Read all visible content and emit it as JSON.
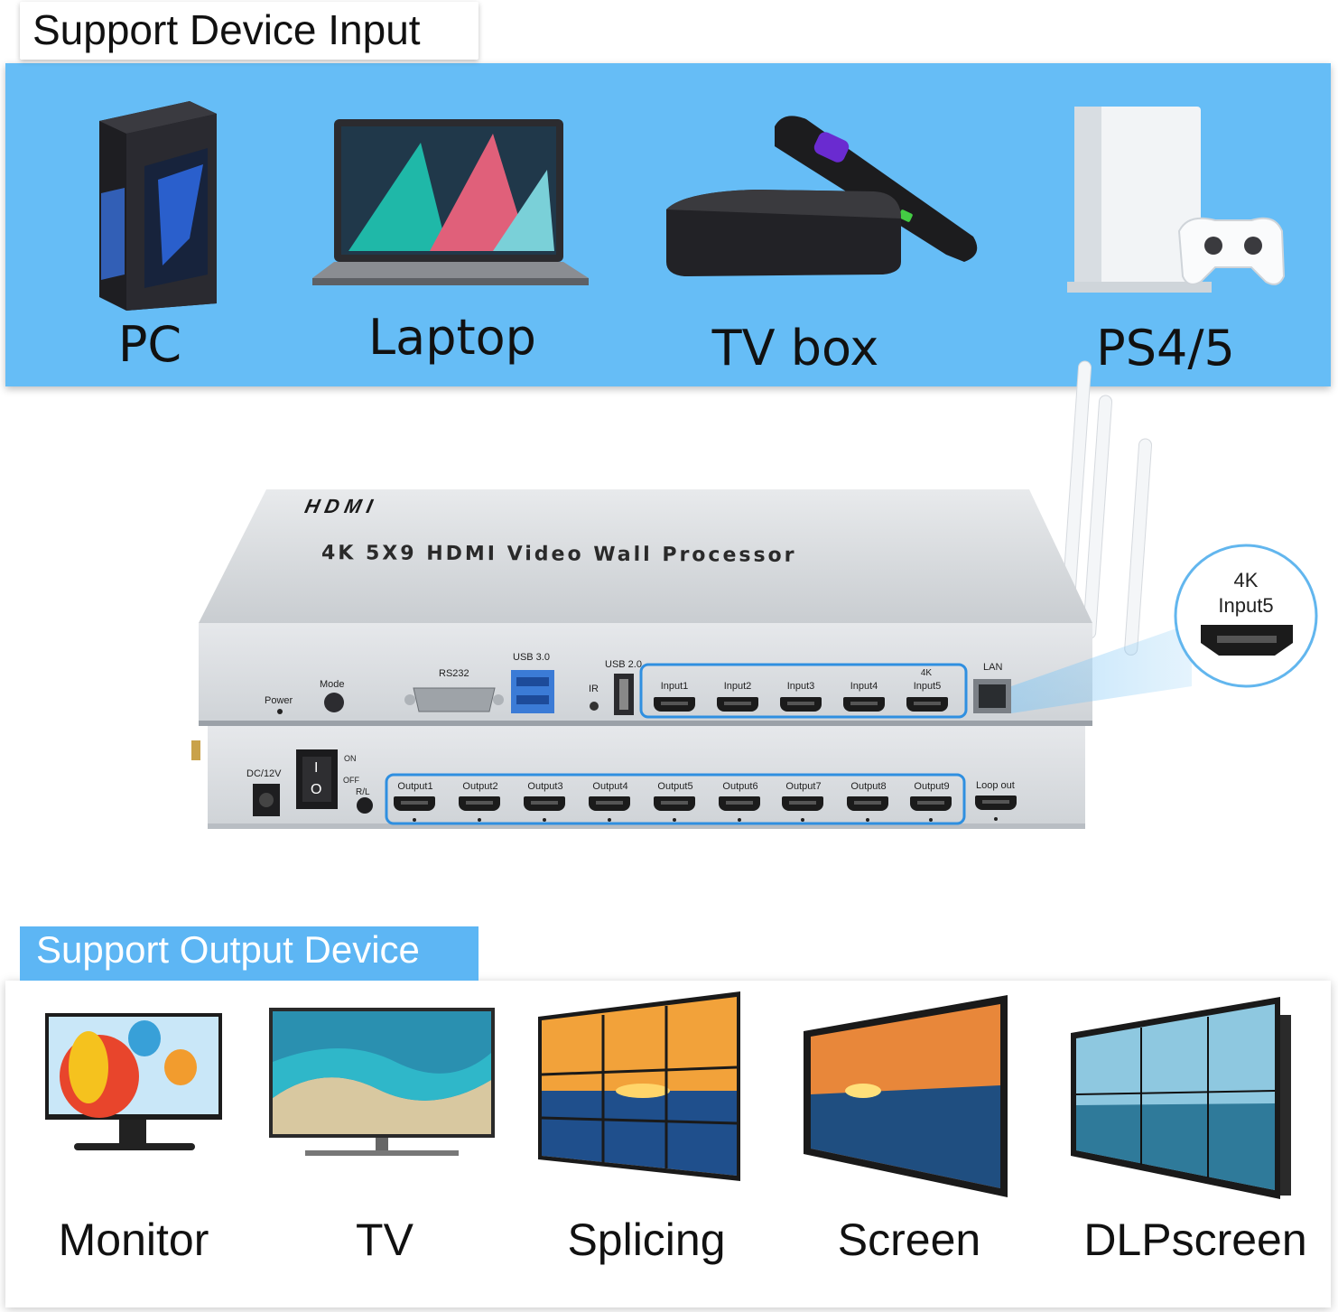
{
  "input_section": {
    "title": "Support Device Input",
    "devices": [
      {
        "label": "PC",
        "icon": "pc-tower-icon"
      },
      {
        "label": "Laptop",
        "icon": "laptop-icon"
      },
      {
        "label": "TV box",
        "icon": "tv-box-icon"
      },
      {
        "label": "PS4/5",
        "icon": "game-console-icon"
      }
    ]
  },
  "device": {
    "brand": "HDMI",
    "product_name": "4K 5X9 HDMI Video Wall Processor",
    "front_ports": {
      "power": "Power",
      "mode": "Mode",
      "rs232": "RS232",
      "usb3": "USB 3.0",
      "usb2": "USB 2.0",
      "ir": "IR",
      "lan": "LAN",
      "inputs": [
        "Input1",
        "Input2",
        "Input3",
        "Input4",
        "Input5"
      ],
      "input5_tag": "4K"
    },
    "rear_ports": {
      "dc": "DC/12V",
      "on": "ON",
      "off": "OFF",
      "switch_on_mark": "I",
      "switch_off_mark": "O",
      "rl": "R/L",
      "outputs": [
        "Output1",
        "Output2",
        "Output3",
        "Output4",
        "Output5",
        "Output6",
        "Output7",
        "Output8",
        "Output9"
      ],
      "loop_out": "Loop out"
    },
    "callout": {
      "line1": "4K",
      "line2": "Input5"
    }
  },
  "output_section": {
    "title": "Support Output Device",
    "devices": [
      {
        "label": "Monitor",
        "icon": "monitor-icon"
      },
      {
        "label": "TV",
        "icon": "tv-icon"
      },
      {
        "label": "Splicing",
        "icon": "video-wall-icon"
      },
      {
        "label": "Screen",
        "icon": "projection-screen-icon"
      },
      {
        "label": "DLPscreen",
        "icon": "dlp-screen-icon"
      }
    ]
  },
  "colors": {
    "input_panel": "#66bdf6",
    "accent_blue": "#3d9ee6"
  }
}
